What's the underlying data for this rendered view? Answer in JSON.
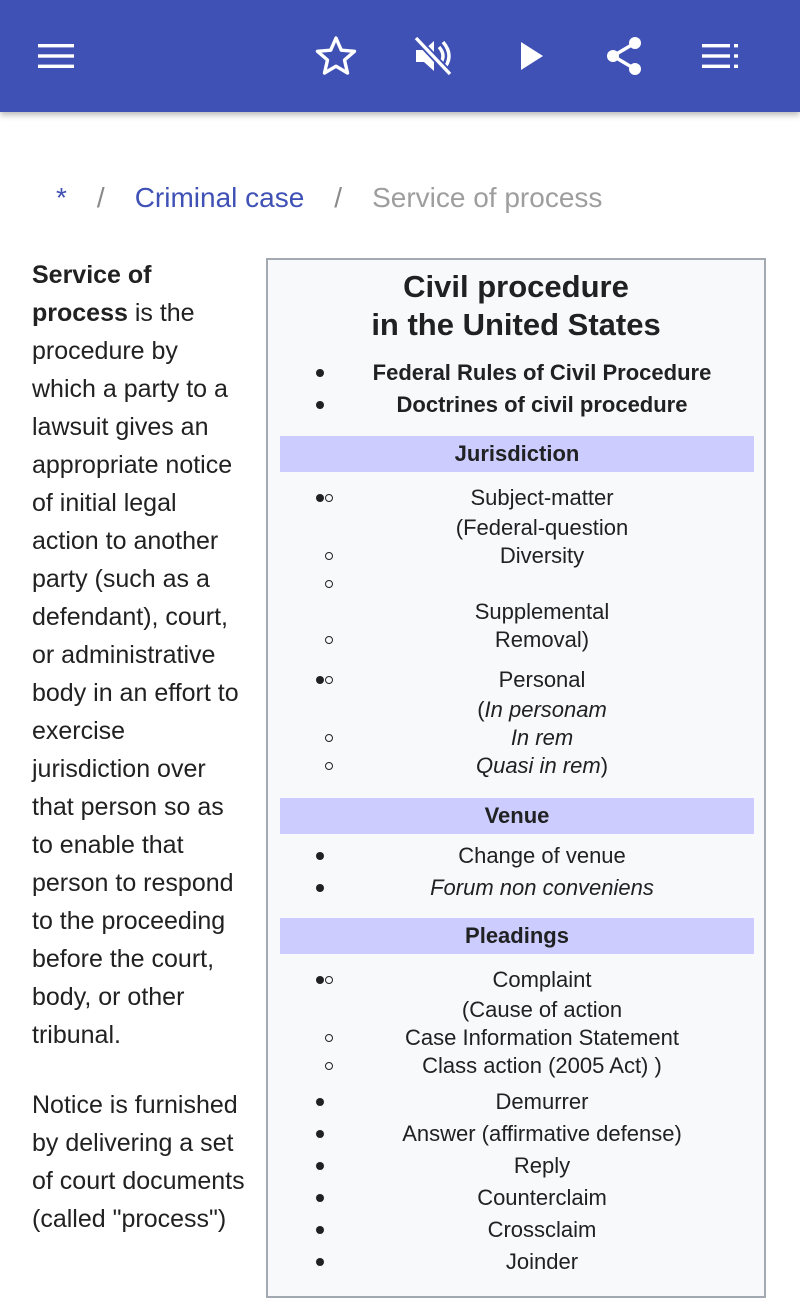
{
  "appbar": {
    "color": "#3f51b5",
    "icons": [
      "menu-icon",
      "star-outline-icon",
      "volume-off-icon",
      "play-icon",
      "share-icon",
      "playlist-icon"
    ]
  },
  "breadcrumb": {
    "home": "*",
    "separator": "/",
    "parent": "Criminal case",
    "current": "Service of process"
  },
  "article": {
    "p1_bold": "Service of process",
    "p1_rest": " is the procedure by which a party to a lawsuit gives an appropriate notice of initial legal action to another party (such as a defendant), court, or administrative body in an effort to exercise jurisdiction over that person so as to enable that person to respond to the proceeding before the court, body, or other tribunal.",
    "p2": "Notice is furnished by delivering a set of court documents (called \"process\")"
  },
  "infobox": {
    "title_line1": "Civil procedure",
    "title_line2": "in the United States",
    "top_items": [
      "Federal Rules of Civil Procedure",
      "Doctrines of civil procedure"
    ],
    "sections": {
      "jurisdiction": {
        "heading": "Jurisdiction",
        "subject_matter": "Subject-matter",
        "federal_question": "(Federal-question",
        "diversity": "Diversity",
        "supplemental": "Supplemental",
        "removal": "Removal)",
        "personal": "Personal",
        "in_personam_open": "(",
        "in_personam": "In personam",
        "in_rem": "In rem",
        "quasi_in_rem": "Quasi in rem",
        "quasi_close": ")"
      },
      "venue": {
        "heading": "Venue",
        "change": "Change of venue",
        "forum": "Forum non conveniens"
      },
      "pleadings": {
        "heading": "Pleadings",
        "complaint": "Complaint",
        "cause_of_action": "(Cause of action",
        "case_info": "Case Information Statement",
        "class_action": "Class action (2005 Act) )",
        "items": [
          "Demurrer",
          "Answer (affirmative defense)",
          "Reply",
          "Counterclaim",
          "Crossclaim",
          "Joinder"
        ]
      }
    },
    "section_color": "#ccccff"
  }
}
